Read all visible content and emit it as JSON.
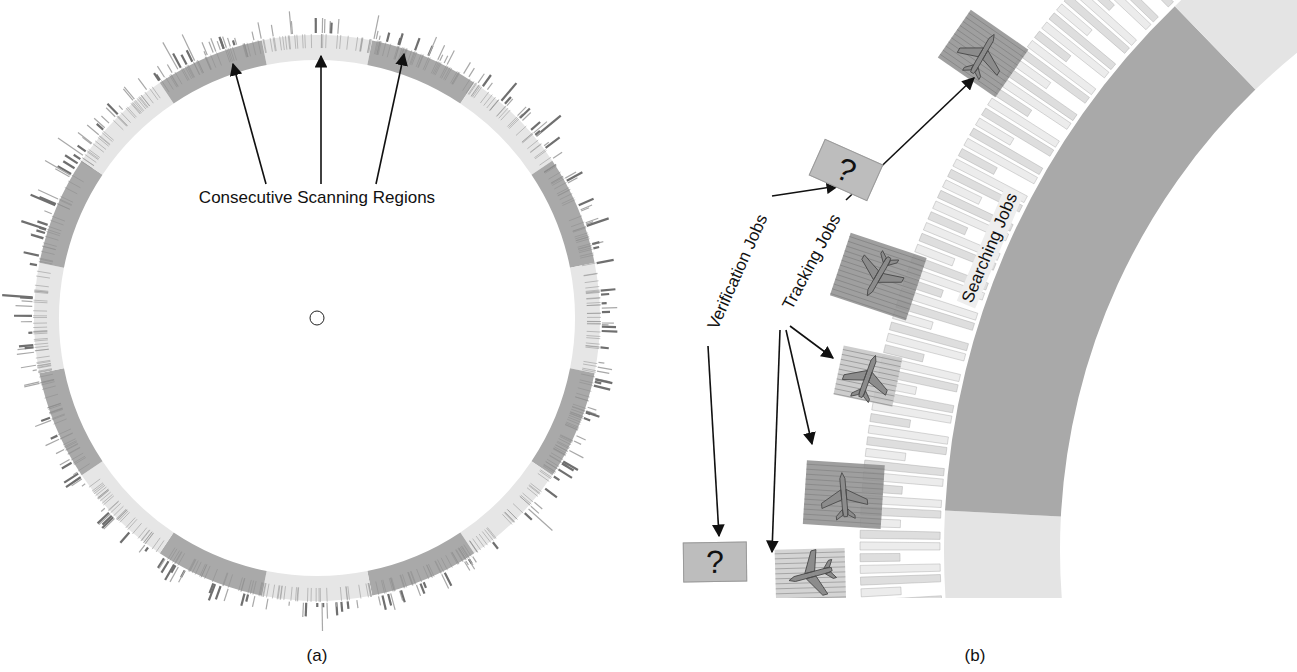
{
  "diagram": {
    "nodes": [
      {
        "text": [
          "?"
        ]
      },
      {
        "text": [
          "?"
        ]
      }
    ],
    "labels": [
      "Consecutive Scanning Regions",
      "Verification Jobs",
      "Tracking Jobs",
      "Searching Jobs",
      "(a)",
      "(b)"
    ]
  }
}
